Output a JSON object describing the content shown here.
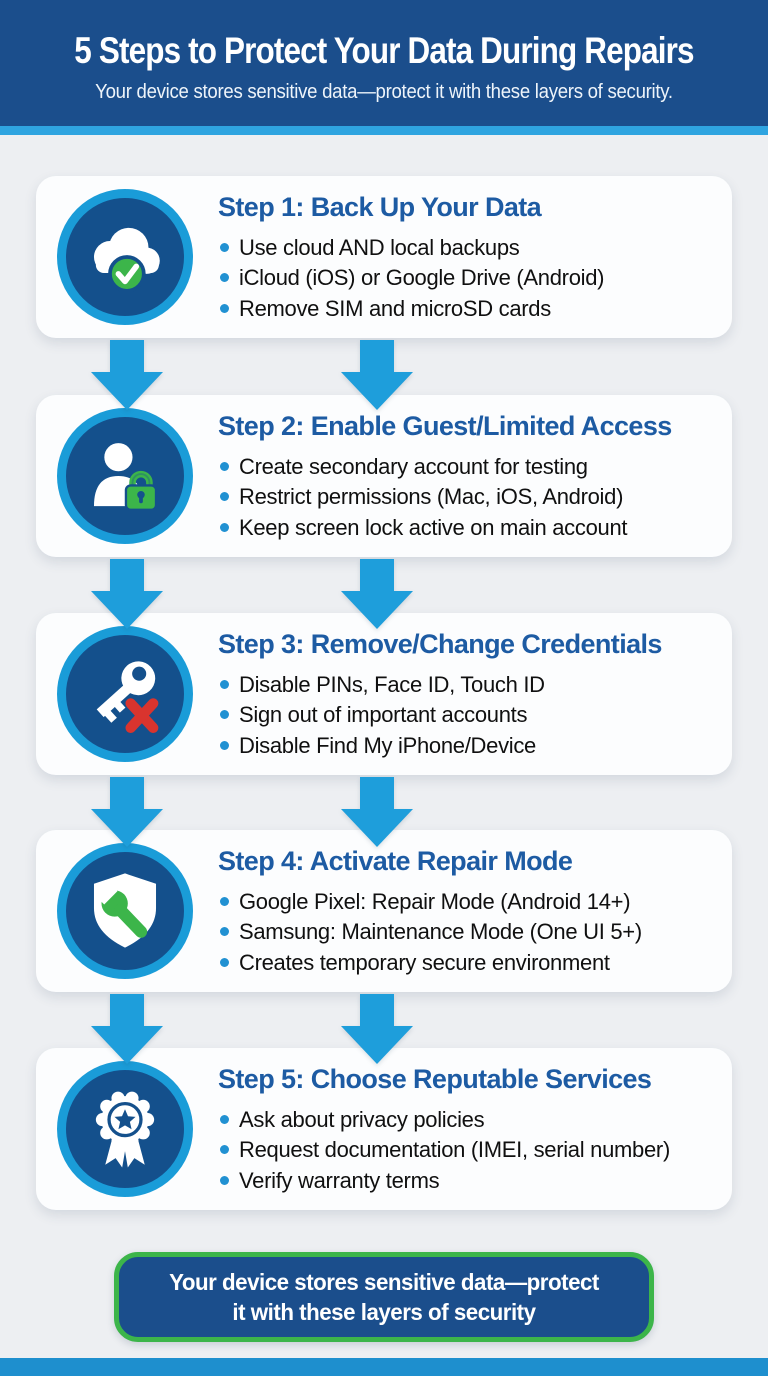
{
  "colors": {
    "header_bg": "#1b4e8c",
    "header_divider": "#2fa4e0",
    "page_bg": "#edeff2",
    "card_bg": "#fcfdfe",
    "step_title_blue": "#1d5ba3",
    "bullet_dot_blue": "#2191d2",
    "arrow_blue": "#1e9edb",
    "icon_ring_blue": "#1a9cd8",
    "icon_bg_navy": "#14508c",
    "accent_green": "#3cb54a",
    "x_red": "#d9342e",
    "bottom_bar_blue": "#1e8fce"
  },
  "header": {
    "title": "5 Steps to Protect Your Data During Repairs",
    "subtitle": "Your device stores sensitive data—protect it with these layers of security."
  },
  "steps": [
    {
      "icon": "cloud-check-icon",
      "title": "Step 1: Back Up Your Data",
      "bullets": [
        "Use cloud AND local backups",
        "iCloud (iOS) or Google Drive (Android)",
        "Remove SIM and microSD cards"
      ]
    },
    {
      "icon": "user-lock-icon",
      "title": "Step 2: Enable Guest/Limited Access",
      "bullets": [
        "Create secondary account for testing",
        "Restrict permissions (Mac, iOS, Android)",
        "Keep screen lock active on main account"
      ]
    },
    {
      "icon": "key-x-icon",
      "title": "Step 3: Remove/Change Credentials",
      "bullets": [
        "Disable PINs, Face ID, Touch ID",
        "Sign out of important accounts",
        "Disable Find My iPhone/Device"
      ]
    },
    {
      "icon": "shield-wrench-icon",
      "title": "Step 4: Activate Repair Mode",
      "bullets": [
        "Google Pixel: Repair Mode (Android 14+)",
        "Samsung: Maintenance Mode (One UI 5+)",
        "Creates temporary secure environment"
      ]
    },
    {
      "icon": "award-ribbon-icon",
      "title": "Step 5: Choose Reputable Services",
      "bullets": [
        "Ask about privacy policies",
        "Request documentation (IMEI, serial number)",
        "Verify warranty terms"
      ]
    }
  ],
  "footer": {
    "line1": "Your device stores sensitive data—protect",
    "line2": "it with these layers of security"
  }
}
